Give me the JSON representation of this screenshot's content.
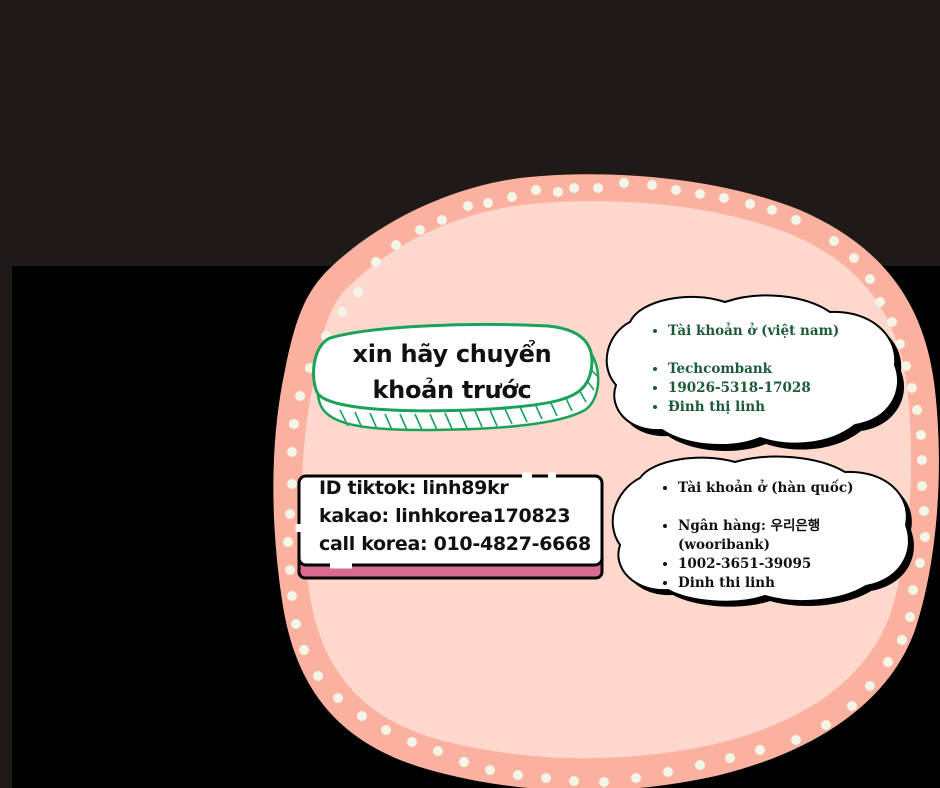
{
  "colors": {
    "page_bg": "#1f1a17",
    "black_panel": "#000000",
    "frame_outer": "#fbb19f",
    "frame_inner": "#ffd8cd",
    "dot": "#f3f5e6",
    "pill_border": "#1aa25a",
    "box_shadow": "#d96a92",
    "vn_text": "#1d5a3a"
  },
  "pill": {
    "line1": "xin hãy chuyển",
    "line2": "khoản trước"
  },
  "contact": {
    "tiktok": "ID tiktok: linh89kr",
    "kakao": "kakao: linhkorea170823",
    "phone": "call korea: 010-4827-6668"
  },
  "bank_vn": {
    "header": "Tài khoản ở (việt nam)",
    "bank": "Techcombank",
    "number": "19026-5318-17028",
    "name": "Đinh thị linh"
  },
  "bank_kr": {
    "header": "Tài khoản ở (hàn quốc)",
    "bank": "Ngân hàng: 우리은행 (wooribank)",
    "number": "1002-3651-39095",
    "name": "Dinh thi linh"
  }
}
